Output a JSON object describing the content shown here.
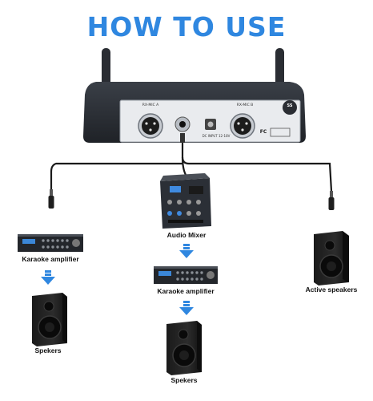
{
  "title": "HOW TO USE",
  "receiver": {
    "left_channel_label": "RX-MIC A",
    "right_channel_label": "RX-MIC B",
    "power_label": "DC INPUT 12-18V",
    "badge": "SS",
    "fc_mark": "FC"
  },
  "left_branch": {
    "amp_label": "Karaoke amplifier",
    "speaker_label": "Spekers"
  },
  "center_branch": {
    "mixer_label": "Audio Mixer",
    "amp_label": "Karaoke amplifier",
    "speaker_label": "Spekers"
  },
  "right_branch": {
    "speaker_label": "Active speakers"
  },
  "colors": {
    "title": "#2f87e0",
    "arrow": "#2f87e0",
    "cable": "#1a1a1a",
    "device": "#2b2f36"
  }
}
